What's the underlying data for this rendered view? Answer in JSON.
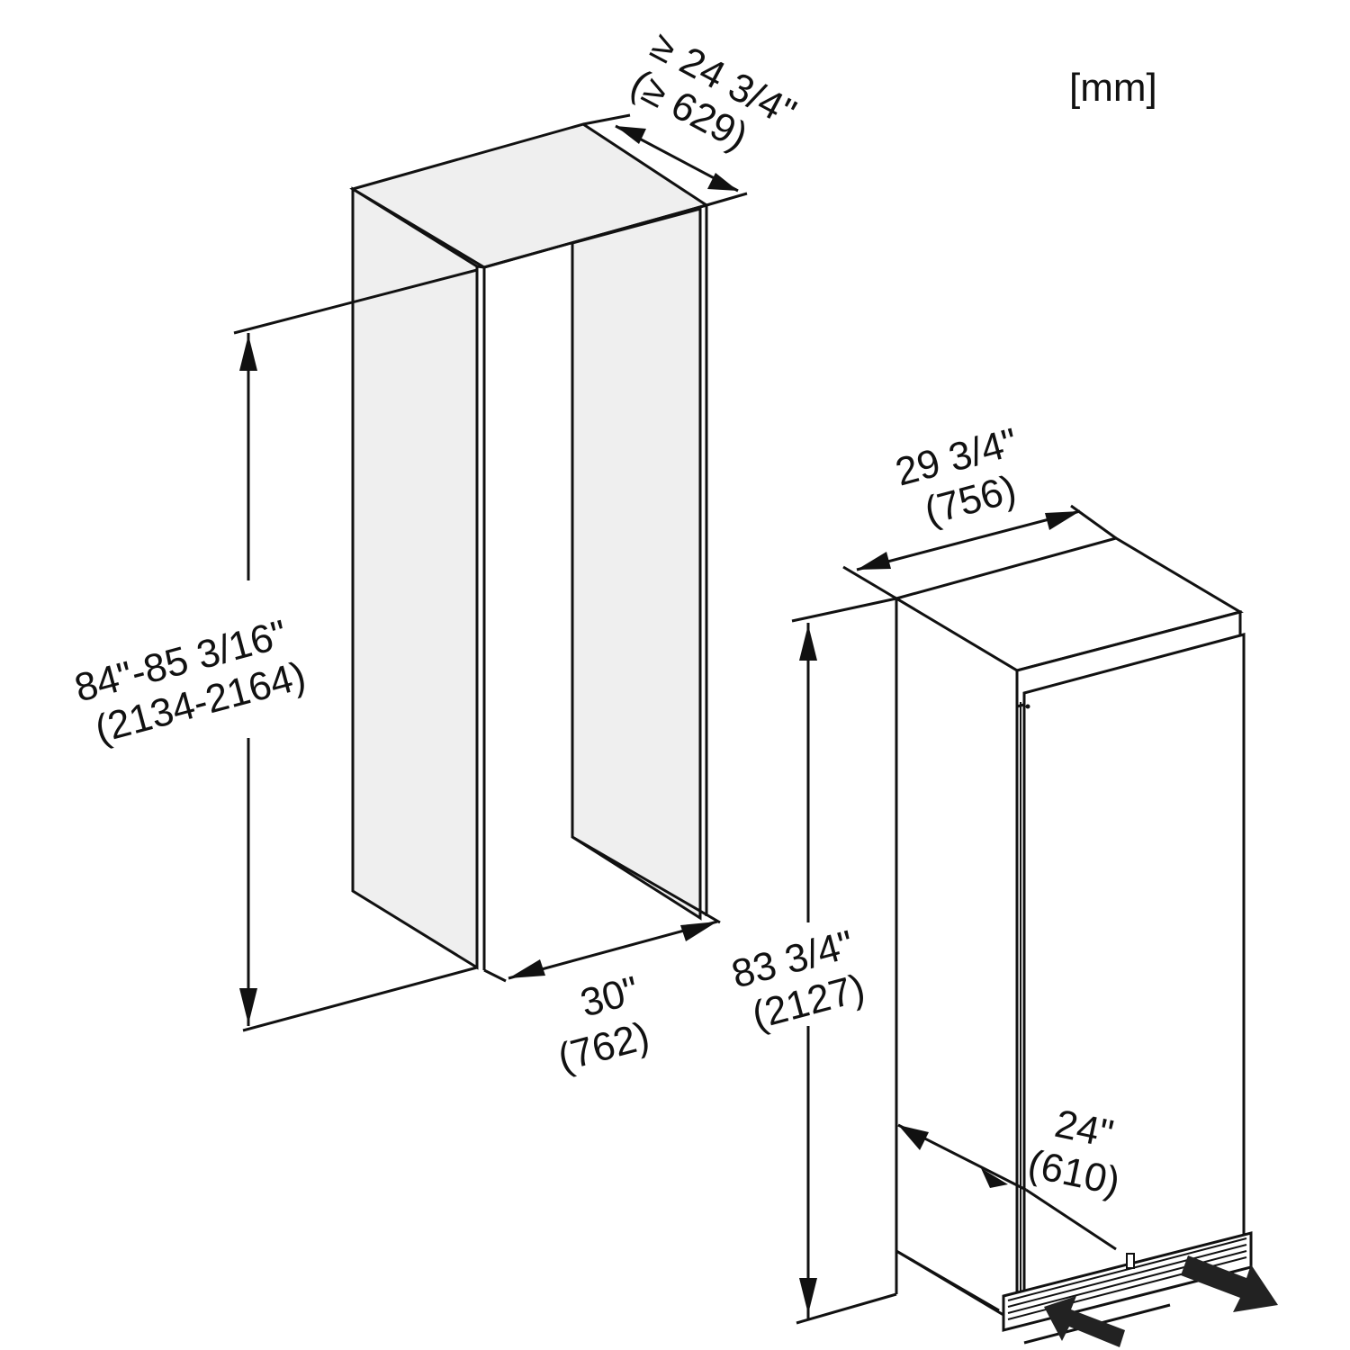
{
  "diagram": {
    "unit_label": "[mm]",
    "niche": {
      "depth": {
        "inches": "≥ 24 3/4\"",
        "mm": "(≥ 629)"
      },
      "height": {
        "inches": "84\"-85 3/16\"",
        "mm": "(2134-2164)"
      },
      "width": {
        "inches": "30\"",
        "mm": "(762)"
      }
    },
    "appliance": {
      "width": {
        "inches": "29 3/4\"",
        "mm": "(756)"
      },
      "height": {
        "inches": "83 3/4\"",
        "mm": "(2127)"
      },
      "depth": {
        "inches": "24\"",
        "mm": "(610)"
      }
    },
    "airflow": {
      "intake": "air-intake-arrow",
      "exhaust": "air-exhaust-arrow"
    },
    "colors": {
      "line": "#111111",
      "panel_fill": "#efefef",
      "background": "#ffffff"
    }
  }
}
